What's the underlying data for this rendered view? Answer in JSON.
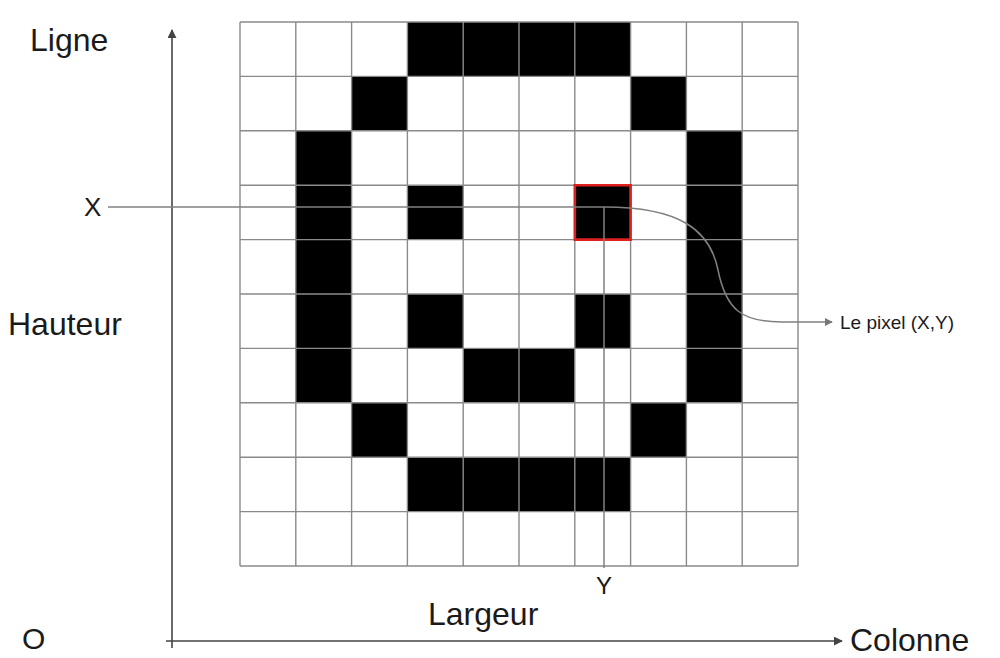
{
  "diagram": {
    "labels": [
      "Ligne",
      "X",
      "Hauteur",
      "Le pixel (X,Y)",
      "Y",
      "Largeur",
      "O",
      "Colonne"
    ]
  }
}
